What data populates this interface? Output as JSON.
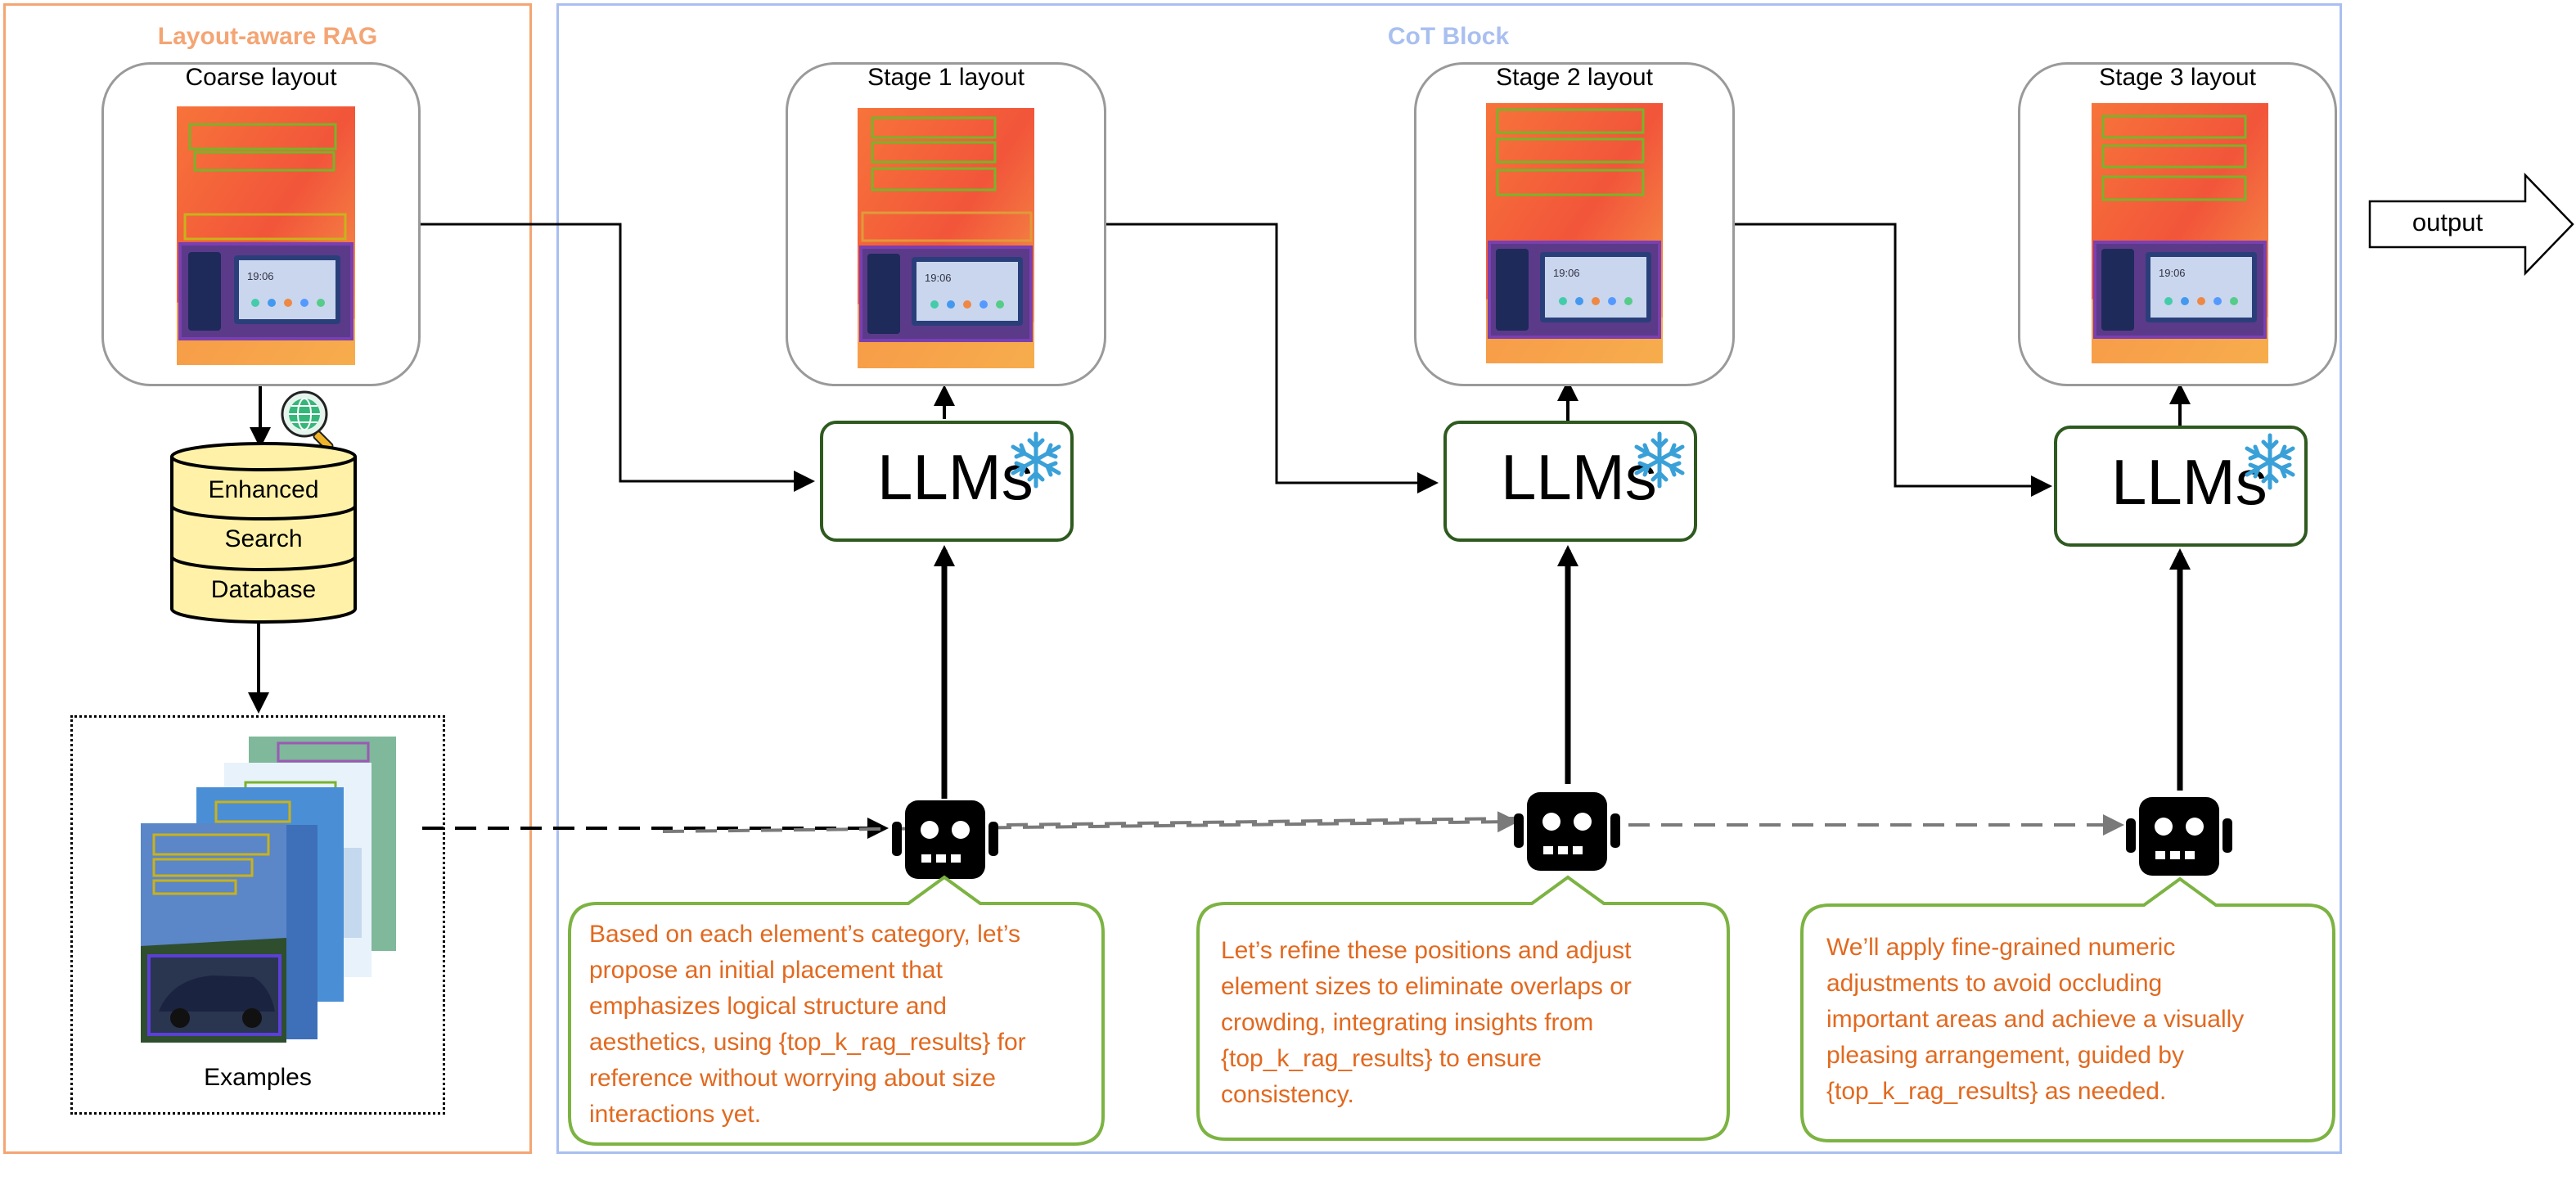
{
  "rag_panel": {
    "title": "Layout-aware RAG",
    "title_color": "#f4a574"
  },
  "cot_panel": {
    "title": "CoT Block",
    "title_color": "#a9bff0"
  },
  "coarse_layout": {
    "title": "Coarse layout"
  },
  "database": {
    "lines": [
      "Enhanced",
      "Search",
      "Database"
    ],
    "fill": "#fff2a8"
  },
  "examples": {
    "label": "Examples"
  },
  "stages": [
    {
      "title": "Stage 1 layout",
      "llm_label": "LLMs",
      "prompt": [
        "Based on each element’s category, let’s",
        "propose an initial placement that",
        "emphasizes logical structure and",
        "aesthetics, using {top_k_rag_results} for",
        "reference without worrying about size",
        "interactions yet."
      ]
    },
    {
      "title": "Stage 2 layout",
      "llm_label": "LLMs",
      "prompt": [
        "Let’s refine these positions and adjust",
        "element sizes to eliminate overlaps or",
        "crowding, integrating insights from",
        "{top_k_rag_results} to ensure",
        "consistency."
      ]
    },
    {
      "title": "Stage 3 layout",
      "llm_label": "LLMs",
      "prompt": [
        "We’ll apply fine-grained numeric",
        "adjustments to avoid occluding",
        "important areas and achieve a visually",
        "pleasing arrangement, guided by",
        "{top_k_rag_results} as needed."
      ]
    }
  ],
  "output": {
    "label": "output"
  },
  "colors": {
    "prompt_text": "#e2691f",
    "bubble_border": "#7cb342",
    "llm_border": "#2e5a1f",
    "snowflake": "#3aa0d8"
  },
  "icons": {
    "snowflake": "snowflake-icon",
    "robot": "robot-icon",
    "globe": "globe-search-icon"
  }
}
